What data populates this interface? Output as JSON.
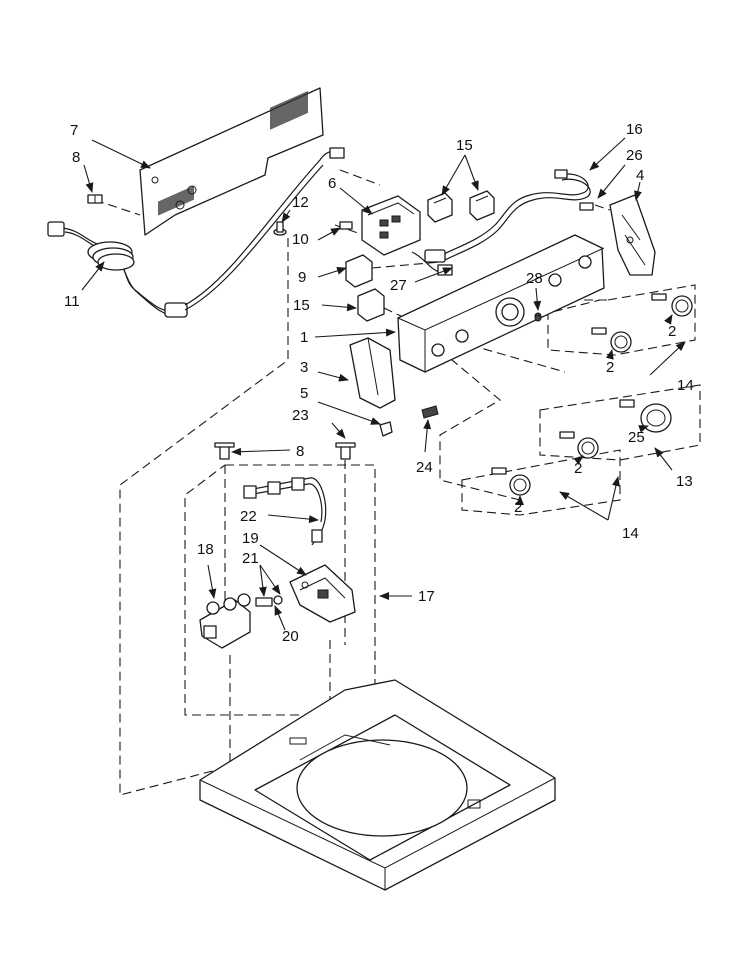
{
  "callouts": {
    "c1": "1",
    "c2a": "2",
    "c2b": "2",
    "c2c": "2",
    "c2d": "2",
    "c3": "3",
    "c4": "4",
    "c5": "5",
    "c6": "6",
    "c7": "7",
    "c8a": "8",
    "c8b": "8",
    "c9": "9",
    "c10": "10",
    "c11": "11",
    "c12": "12",
    "c13": "13",
    "c14a": "14",
    "c14b": "14",
    "c15a": "15",
    "c15b": "15",
    "c16": "16",
    "c17": "17",
    "c18": "18",
    "c19": "19",
    "c20": "20",
    "c21": "21",
    "c22": "22",
    "c23": "23",
    "c24": "24",
    "c25": "25",
    "c26": "26",
    "c27": "27",
    "c28": "28"
  },
  "colors": {
    "line": "#1a1a1a",
    "background": "#ffffff"
  }
}
